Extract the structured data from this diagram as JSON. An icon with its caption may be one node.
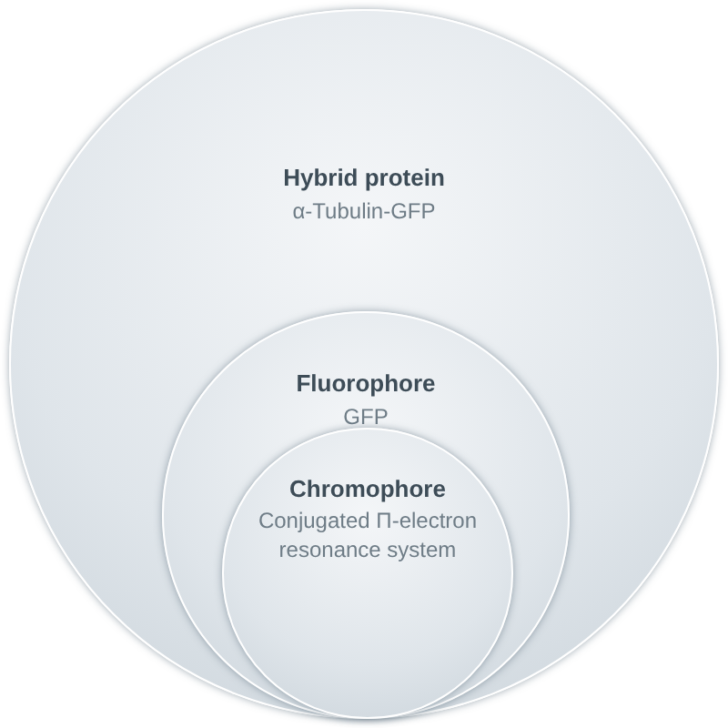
{
  "diagram": {
    "nodes": [
      {
        "text": [
          "Hybrid protein",
          "α-Tubulin-GFP"
        ]
      },
      {
        "text": [
          "Fluorophore",
          "GFP"
        ],
        "in": 0
      },
      {
        "text": [
          "Chromophore",
          "Conjugated Π-electron resonance system"
        ],
        "in": 1
      }
    ]
  }
}
